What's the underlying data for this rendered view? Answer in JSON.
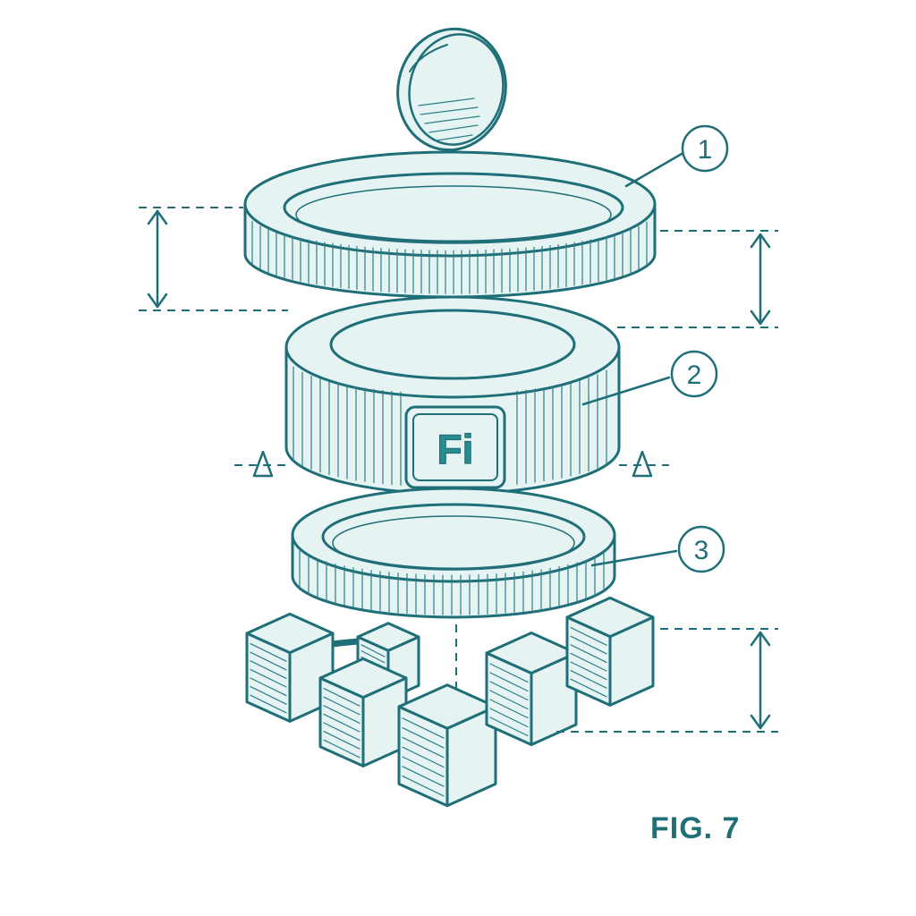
{
  "figure": {
    "label": "FIG. 7",
    "ink_color": "#1f6f78",
    "fill_color": "#e6f3f3"
  },
  "callouts": [
    {
      "number": "1",
      "part": "top-ring"
    },
    {
      "number": "2",
      "part": "middle-cylinder"
    },
    {
      "number": "3",
      "part": "bottom-ring"
    }
  ],
  "logo": {
    "text": "Fi"
  },
  "section_markers": [
    "A",
    "A"
  ]
}
